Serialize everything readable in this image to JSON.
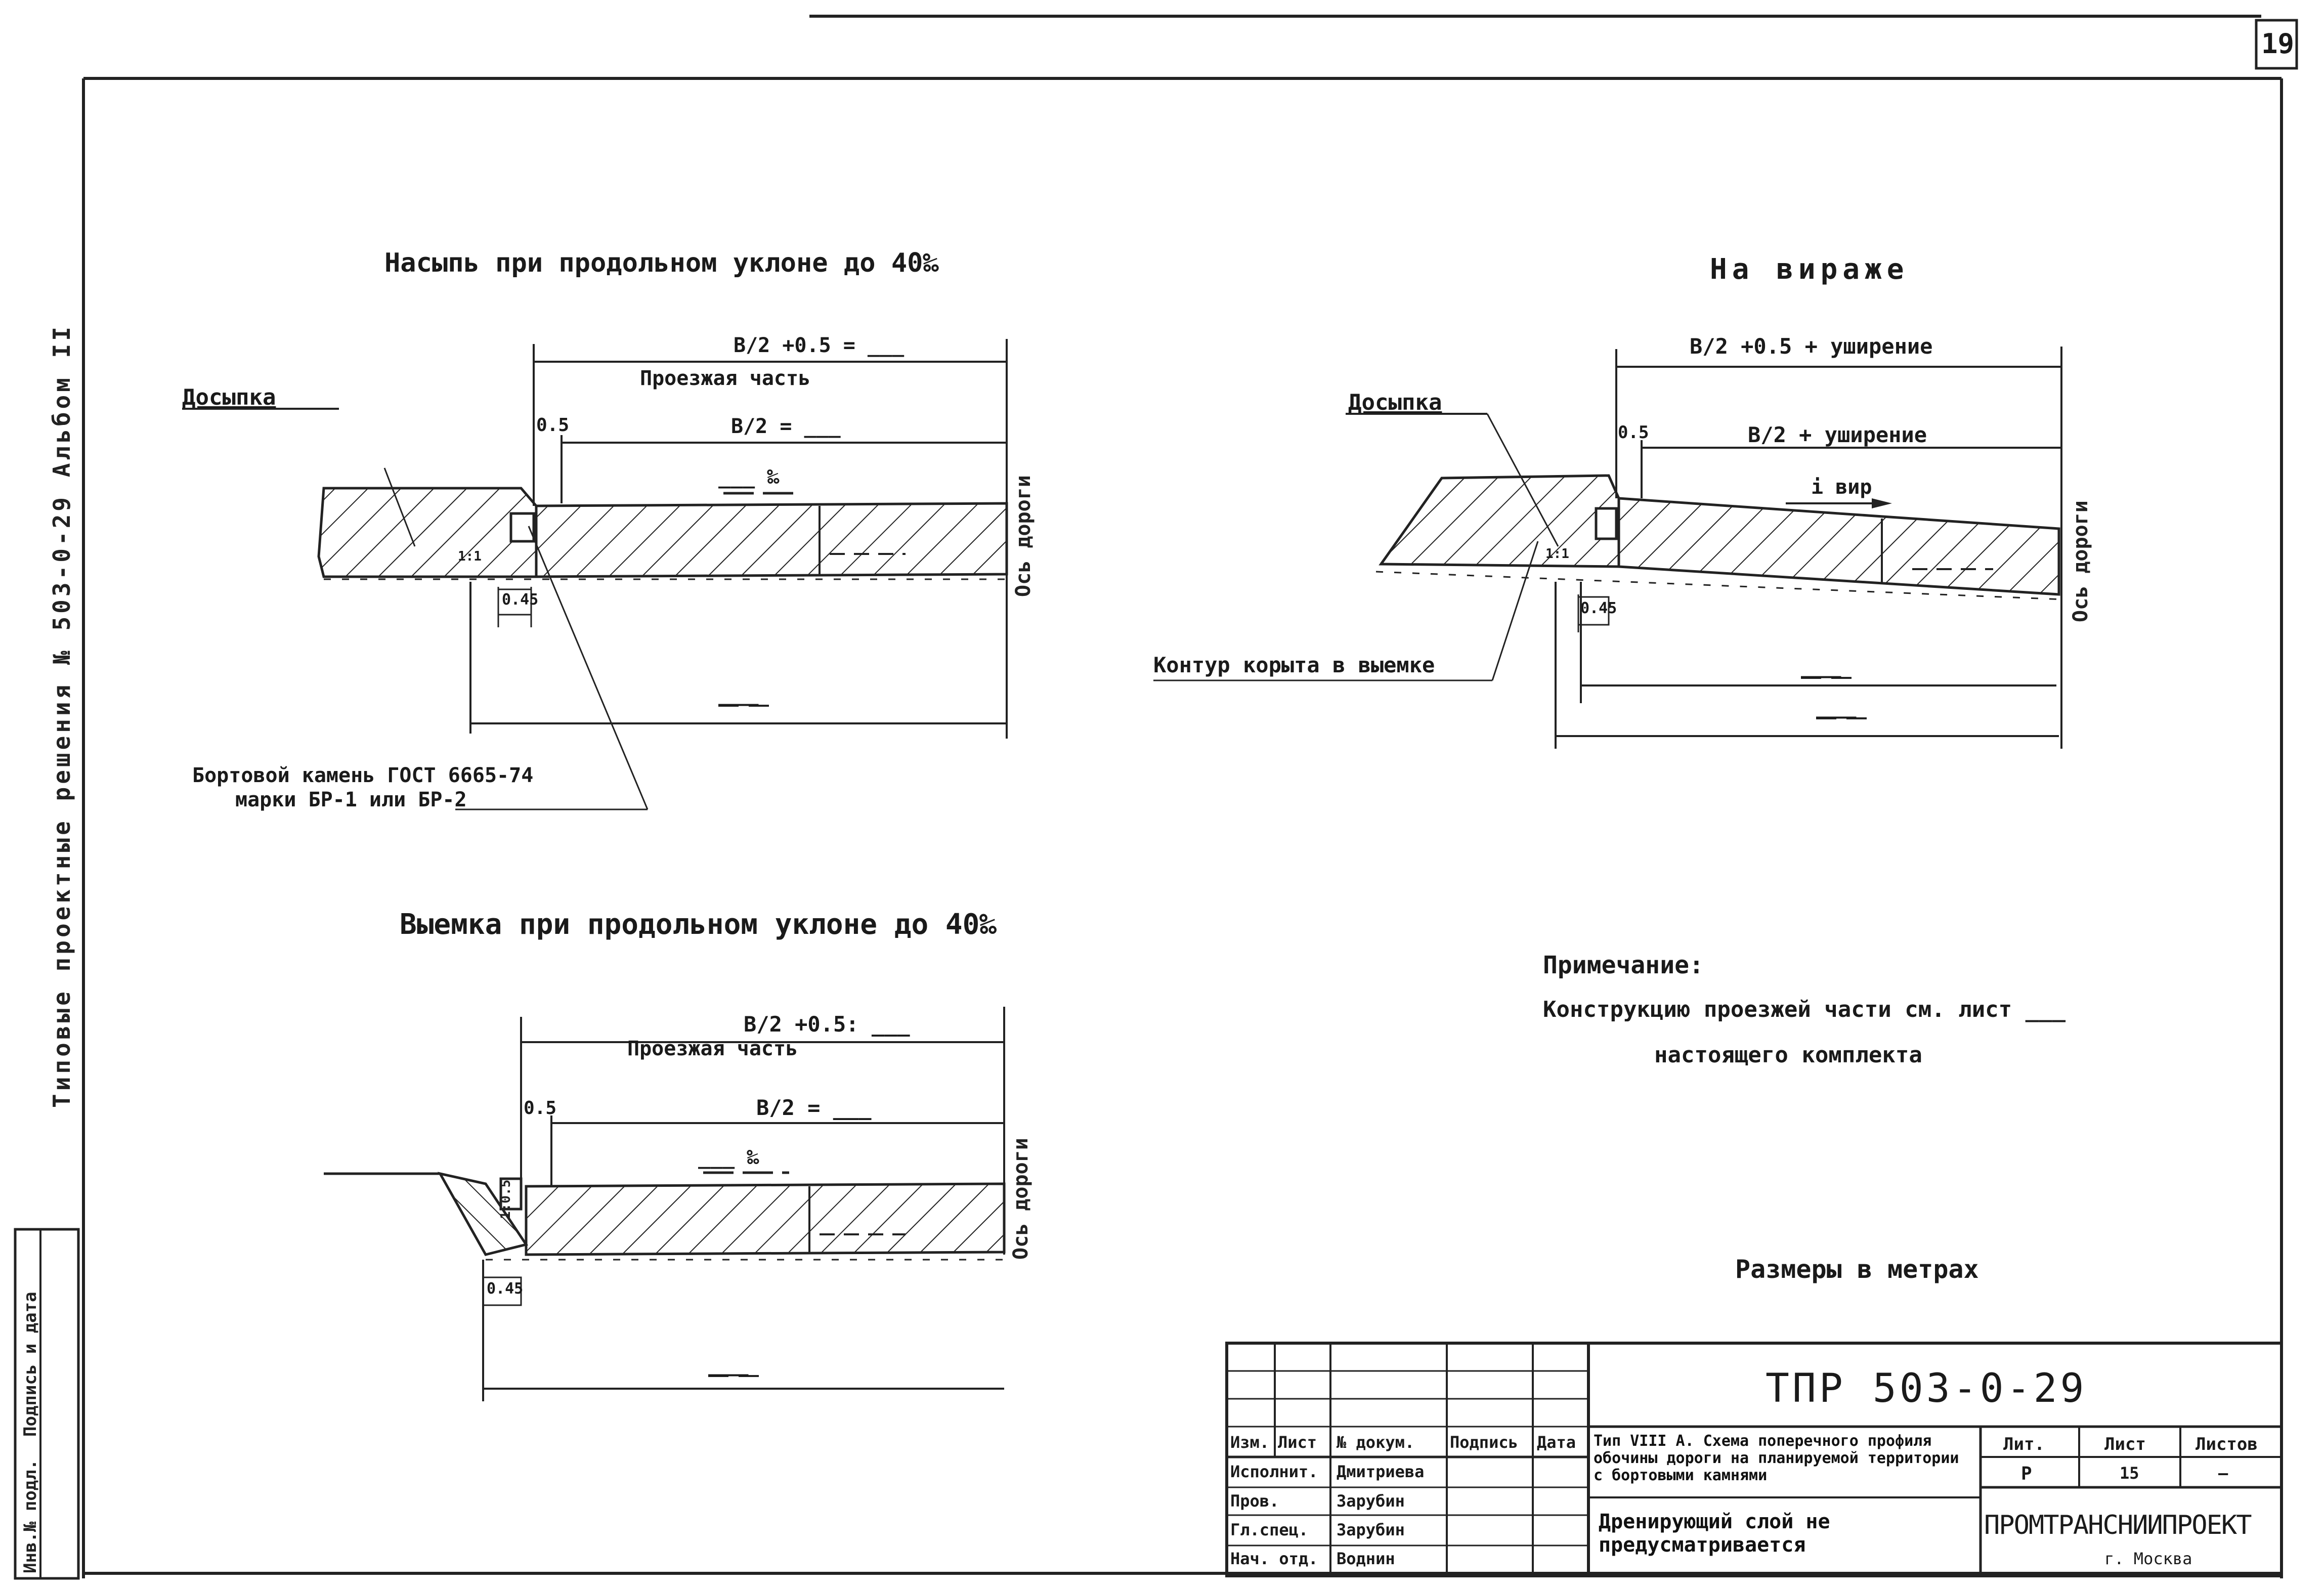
{
  "sheet": {
    "page_number": "19",
    "sidebar": {
      "album_title": "Типовые проектные решения № 503-0-29    Альбом II",
      "stamp_labels": [
        "Инв.№ подл.",
        "Подпись и дата"
      ]
    }
  },
  "views": {
    "fill": {
      "title": "Насыпь при продольном уклоне до 40‰",
      "dim_total": "B/2 +0.5 = ___",
      "roadway_label": "Проезжая часть",
      "offset": "0.5",
      "dim_half": "B/2 = ___",
      "slope": "___ ‰",
      "curb_width": "0.45",
      "axis_label": "Ось дороги",
      "side_fill_label": "Досыпка",
      "bottom_dim": "___",
      "slope_ratio": "1:1",
      "curb_note_line1": "Бортовой камень ГОСТ 6665-74",
      "curb_note_line2": "марки БР-1 или БР-2"
    },
    "curve": {
      "title": "На вираже",
      "dim_total": "B/2 +0.5 + уширение",
      "offset": "0.5",
      "dim_half": "B/2 + уширение",
      "slope": "i вир",
      "curb_width": "0.45",
      "axis_label": "Ось дороги",
      "side_fill_label": "Досыпка",
      "trough_label": "Контур корыта в выемке",
      "dim_lower_1": "___",
      "dim_lower_2": "___",
      "slope_ratio": "1:1"
    },
    "cut": {
      "title": "Выемка при продольном уклоне до 40‰",
      "dim_total": "B/2 +0.5: ___",
      "roadway_label": "Проезжая часть",
      "offset": "0.5",
      "dim_half": "B/2 = ___",
      "slope": "___ ‰",
      "curb_width": "0.45",
      "axis_label": "Ось дороги",
      "bottom_dim": "___",
      "slope_ratio": "1:0.5"
    }
  },
  "note": {
    "heading": "Примечание:",
    "line1": "Конструкцию проезжей части см. лист ___",
    "line2": "настоящего комплекта",
    "units": "Размеры в метрах"
  },
  "title_block": {
    "code": "ТПР 503-0-29",
    "header_labels": [
      "Изм.",
      "Лист",
      "№ докум.",
      "Подпись",
      "Дата"
    ],
    "roles": [
      {
        "role": "Исполнит.",
        "name": "Дмитриева"
      },
      {
        "role": "Пров.",
        "name": "Зарубин"
      },
      {
        "role": "Гл.спец.",
        "name": "Зарубин"
      },
      {
        "role": "Нач. отд.",
        "name": "Воднин"
      }
    ],
    "description": "Тип VIII А. Схема поперечного профиля обочины дороги на планируемой территории с бортовыми камнями",
    "drain_note": "Дренирующий слой не предусматривается",
    "stage_label": "Лит.",
    "sheet_label": "Лист",
    "sheets_label": "Листов",
    "stage_value": "Р",
    "sheet_value": "15",
    "sheets_value": "—",
    "organization": "ПРОМТРАНСНИИПРОЕКТ",
    "city": "г. Москва"
  }
}
